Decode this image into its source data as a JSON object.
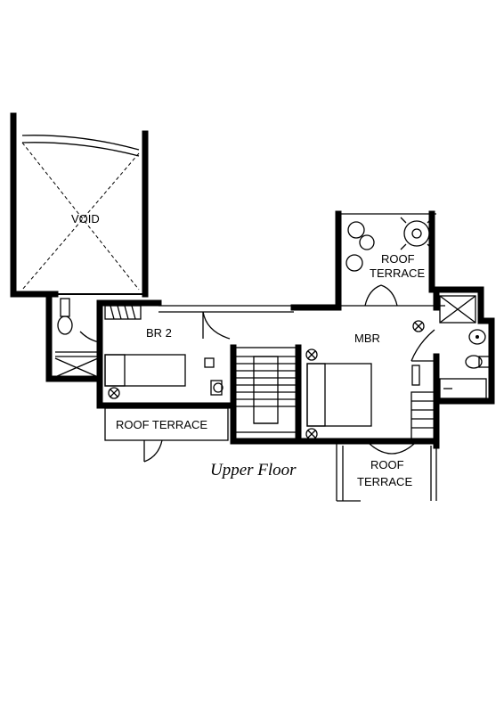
{
  "plan": {
    "caption": "Upper Floor",
    "rooms": {
      "void": "VOID",
      "br2": "BR 2",
      "mbr": "MBR",
      "roof_terrace_top_l1": "ROOF",
      "roof_terrace_top_l2": "TERRACE",
      "roof_terrace_left": "ROOF TERRACE",
      "roof_terrace_bottom_l1": "ROOF",
      "roof_terrace_bottom_l2": "TERRACE"
    },
    "colors": {
      "ink": "#000000",
      "paper": "#ffffff"
    }
  }
}
